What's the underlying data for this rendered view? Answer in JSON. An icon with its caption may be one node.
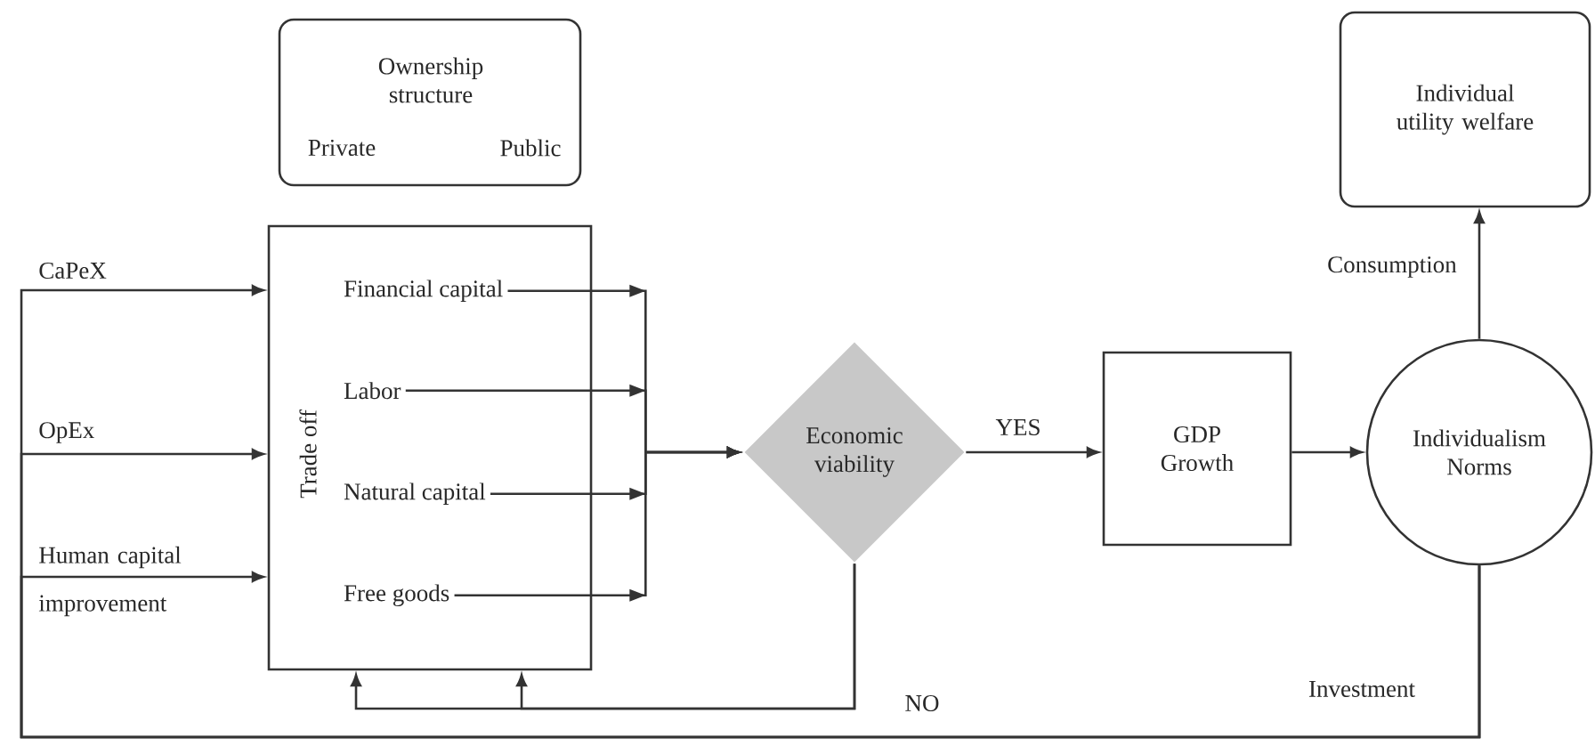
{
  "diagram": {
    "nodes": [
      {
        "text": [
          "Ownership structure",
          "Private",
          "Public"
        ]
      },
      {
        "text": [
          "Trade off"
        ]
      },
      {
        "text": [
          "Financial capital"
        ],
        "in": 1
      },
      {
        "text": [
          "Labor"
        ],
        "in": 1
      },
      {
        "text": [
          "Natural capital"
        ],
        "in": 1
      },
      {
        "text": [
          "Free goods"
        ],
        "in": 1
      },
      {
        "text": [
          "Economic viability"
        ]
      },
      {
        "text": [
          "GDP Growth"
        ]
      },
      {
        "text": [
          "Individualism Norms"
        ]
      },
      {
        "text": [
          "Individual utility welfare"
        ]
      }
    ],
    "edges": [
      {
        "from": 2,
        "to": 6,
        "arrow": "to"
      },
      {
        "from": 3,
        "to": 6,
        "arrow": "to"
      },
      {
        "from": 4,
        "to": 6,
        "arrow": "to"
      },
      {
        "from": 5,
        "to": 6,
        "arrow": "to"
      },
      {
        "from": 6,
        "to": 7,
        "arrow": "to",
        "label": "YES"
      },
      {
        "from": 7,
        "to": 8,
        "arrow": "to"
      },
      {
        "from": 8,
        "to": 9,
        "arrow": "to",
        "label": "Consumption"
      },
      {
        "from": 8,
        "to": 1,
        "arrow": "to",
        "label": "CaPeX"
      },
      {
        "from": 8,
        "to": 1,
        "arrow": "to",
        "label": "OpEx"
      },
      {
        "from": 8,
        "to": 1,
        "arrow": "to",
        "label": "Human capital improvement"
      },
      {
        "from": 6,
        "to": 1,
        "arrow": "to",
        "label": "NO"
      },
      {
        "from": 6,
        "to": 1,
        "arrow": "to"
      }
    ],
    "labels": [
      "Investment"
    ]
  }
}
